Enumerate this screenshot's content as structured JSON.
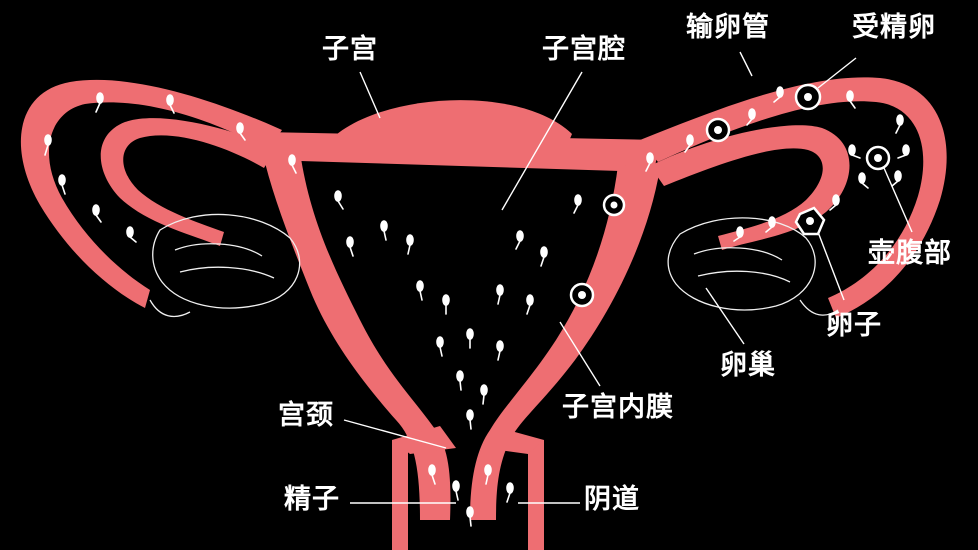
{
  "labels": {
    "uterus": "子宫",
    "uterine_cavity": "子宫腔",
    "fallopian_tube": "输卵管",
    "fertilized_egg": "受精卵",
    "ampulla": "壶腹部",
    "egg": "卵子",
    "ovary": "卵巢",
    "endometrium": "子宫内膜",
    "cervix": "宫颈",
    "sperm": "精子",
    "vagina": "阴道"
  },
  "colors": {
    "background": "#000000",
    "tissue": "#ee6e72",
    "tissue_light": "#f38a8d",
    "line": "#ffffff"
  }
}
